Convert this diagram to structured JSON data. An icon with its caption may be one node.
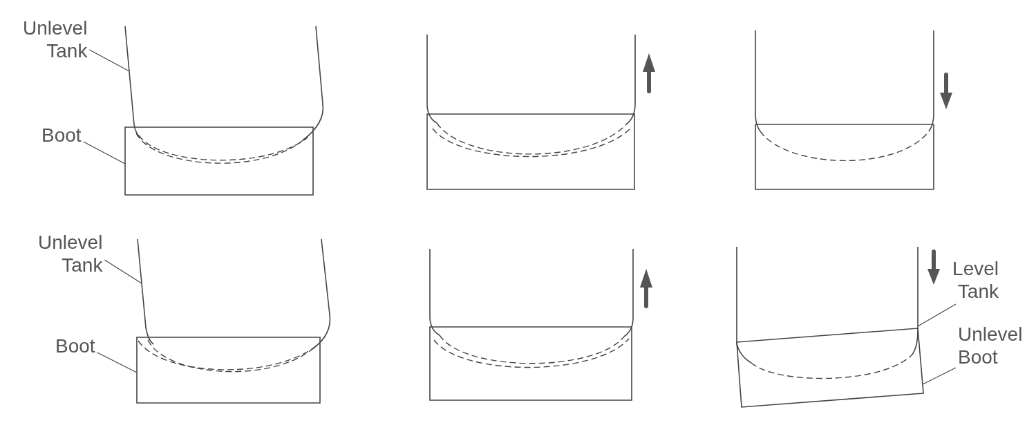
{
  "diagram": {
    "nodes": [
      {
        "text": [
          "Unlevel Tank"
        ]
      },
      {
        "text": [],
        "shape": "picture"
      },
      {
        "text": [
          "Boot"
        ]
      },
      {
        "text": [],
        "shape": "box"
      },
      {
        "text": [
          "Unlevel Tank"
        ]
      },
      {
        "text": [],
        "shape": "picture"
      },
      {
        "text": [
          "Boot"
        ]
      },
      {
        "text": [],
        "shape": "box"
      },
      {
        "text": [
          "Level Tank"
        ]
      },
      {
        "text": [],
        "shape": "picture"
      },
      {
        "text": [
          "Unlevel Boot"
        ]
      },
      {
        "text": [],
        "shape": "box"
      }
    ],
    "edges": [
      {
        "from": 0,
        "to": 1,
        "arrow": "none"
      },
      {
        "from": 2,
        "to": 3,
        "arrow": "none"
      },
      {
        "from": 4,
        "to": 5,
        "arrow": "none"
      },
      {
        "from": 6,
        "to": 7,
        "arrow": "none"
      },
      {
        "from": 8,
        "to": 9,
        "arrow": "none"
      },
      {
        "from": 10,
        "to": 11,
        "arrow": "none"
      }
    ]
  }
}
